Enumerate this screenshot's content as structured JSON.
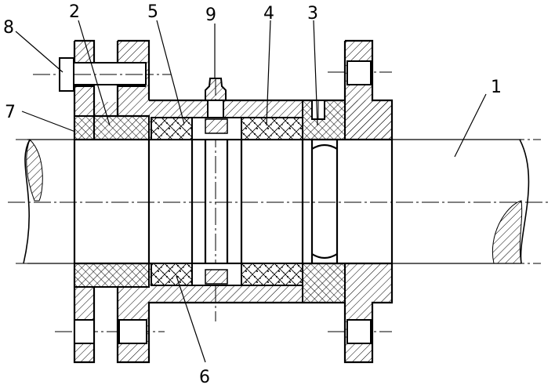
{
  "part_labels": [
    "1",
    "2",
    "3",
    "4",
    "5",
    "6",
    "7",
    "8",
    "9"
  ]
}
